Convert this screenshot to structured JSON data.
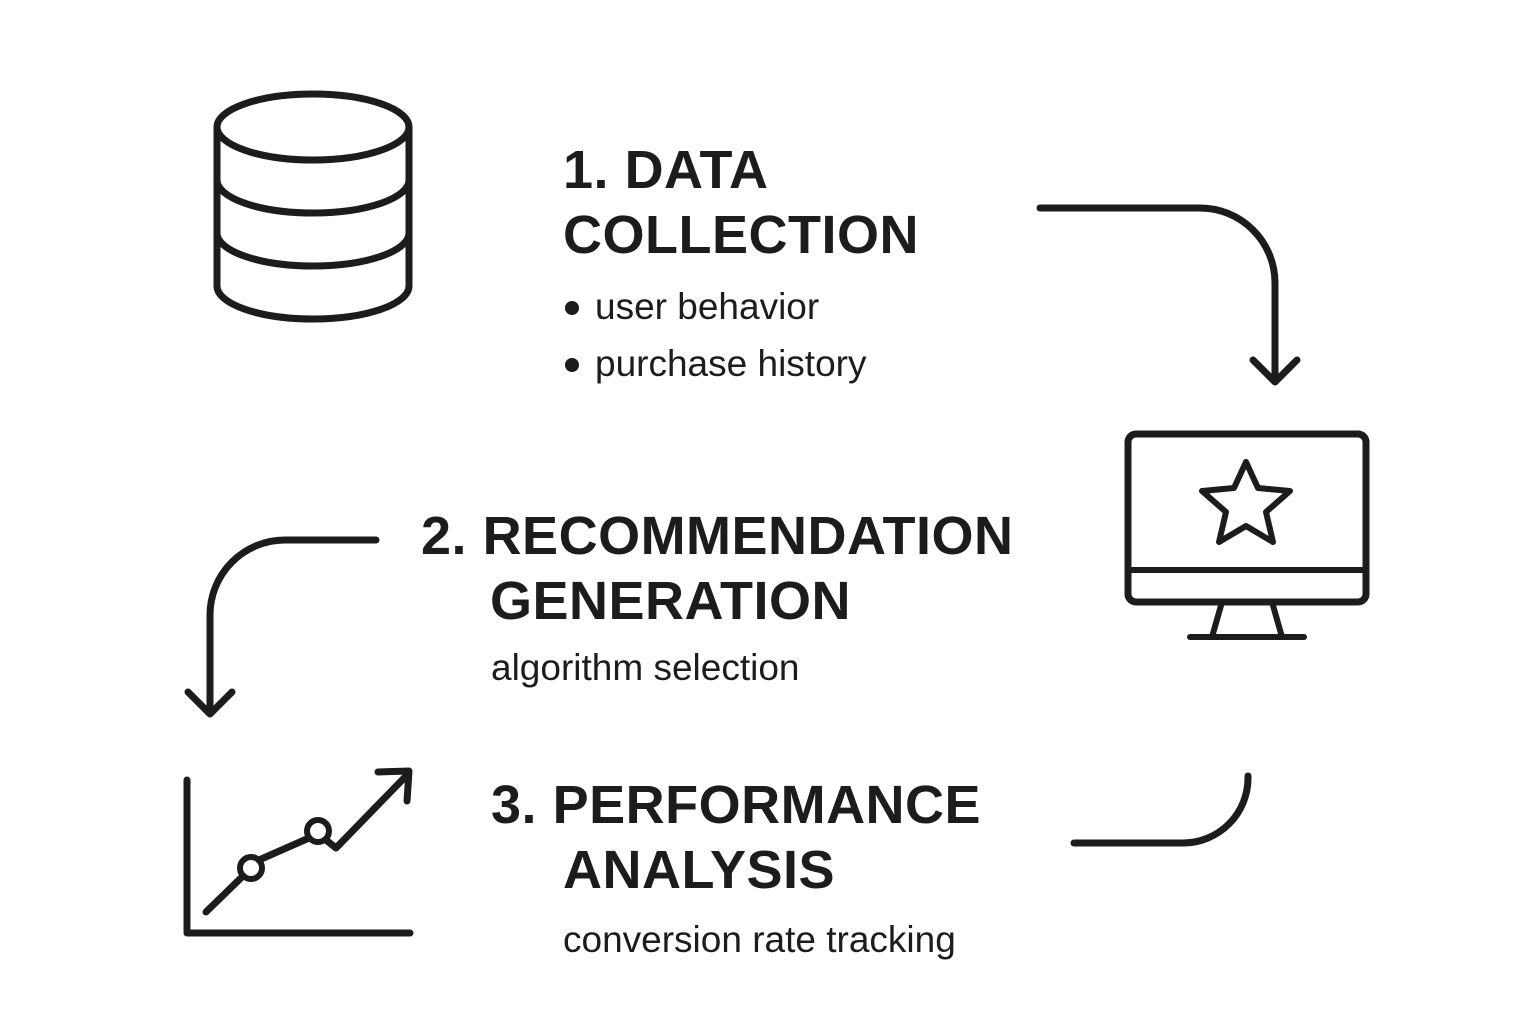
{
  "colors": {
    "ink": "#1c1c1c",
    "background": "#ffffff"
  },
  "steps": [
    {
      "number": "1.",
      "title_line1": "DATA",
      "title_line2": "COLLECTION",
      "bullets": [
        "user behavior",
        "purchase history"
      ],
      "icon": "database-icon"
    },
    {
      "number": "2.",
      "title_line1": "RECOMMENDATION",
      "title_line2": "GENERATION",
      "detail": "algorithm selection",
      "icon": "monitor-star-icon"
    },
    {
      "number": "3.",
      "title_line1": "PERFORMANCE",
      "title_line2": "ANALYSIS",
      "detail": "conversion rate tracking",
      "icon": "growth-chart-icon"
    }
  ],
  "connectors": [
    "arrow-step1-to-step2",
    "arrow-step2-to-step3",
    "curve-step3-to-step1"
  ]
}
